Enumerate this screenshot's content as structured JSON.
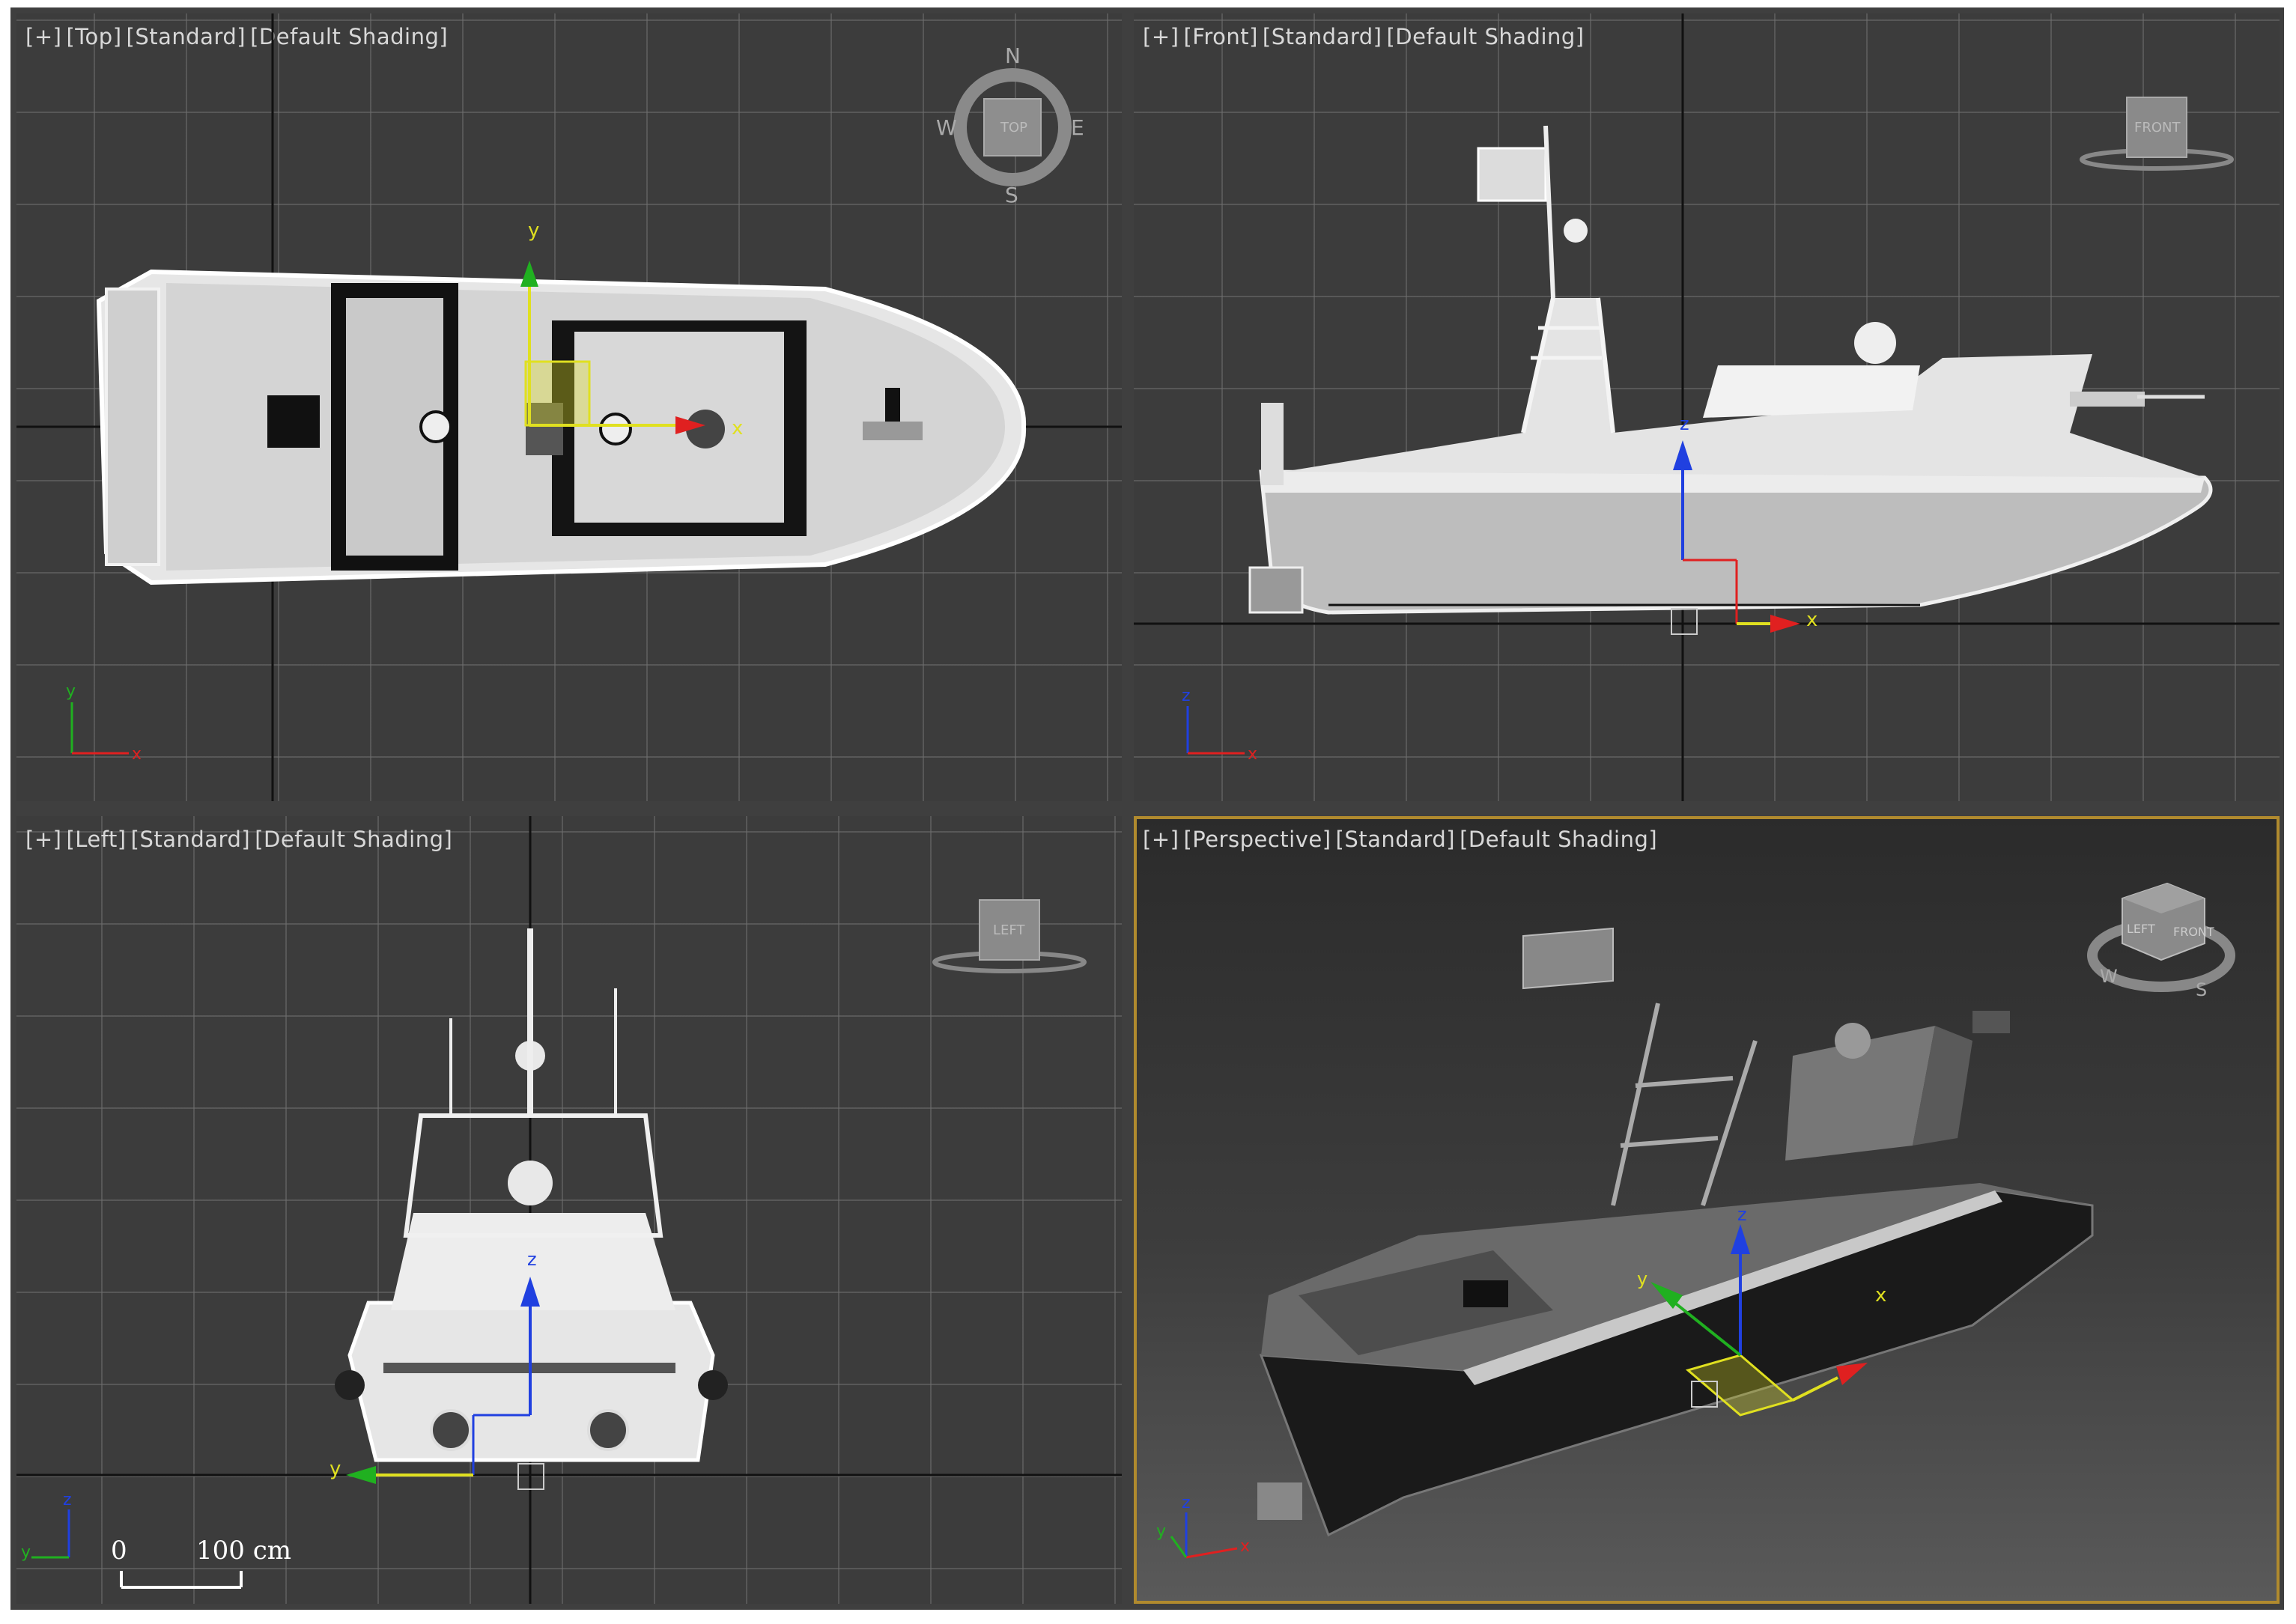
{
  "viewports": {
    "top": {
      "menu": "[+]",
      "view": "[Top]",
      "shading_preset": "[Standard]",
      "shading": "[Default Shading]"
    },
    "front": {
      "menu": "[+]",
      "view": "[Front]",
      "shading_preset": "[Standard]",
      "shading": "[Default Shading]"
    },
    "left": {
      "menu": "[+]",
      "view": "[Left]",
      "shading_preset": "[Standard]",
      "shading": "[Default Shading]"
    },
    "perspective": {
      "menu": "[+]",
      "view": "[Perspective]",
      "shading_preset": "[Standard]",
      "shading": "[Default Shading]",
      "active": true
    }
  },
  "viewcube": {
    "top": {
      "face": "TOP",
      "compass": {
        "n": "N",
        "s": "S",
        "e": "E",
        "w": "W"
      }
    },
    "front": {
      "face": "FRONT"
    },
    "left": {
      "face": "LEFT"
    },
    "perspective": {
      "face": "FRONT",
      "side": "LEFT",
      "compass": {
        "w": "W",
        "s": "S"
      }
    }
  },
  "axes": {
    "x": "x",
    "y": "y",
    "z": "z"
  },
  "scale_bar": {
    "start": "0",
    "end": "100 cm"
  },
  "colors": {
    "active_border": "#b08a2e",
    "x_axis": "#e02020",
    "y_axis": "#20b020",
    "z_axis": "#2040e0",
    "selection": "#e0e020"
  }
}
